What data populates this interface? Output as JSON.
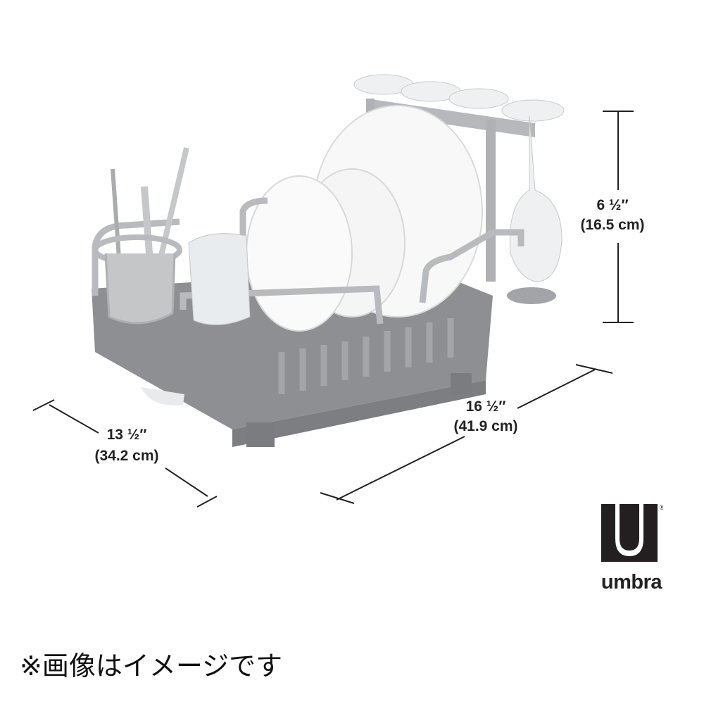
{
  "dimensions": {
    "height": {
      "imperial": "6 ½″",
      "metric": "(16.5 cm)"
    },
    "width": {
      "imperial": "16 ½″",
      "metric": "(41.9 cm)"
    },
    "depth": {
      "imperial": "13 ½″",
      "metric": "(34.2 cm)"
    }
  },
  "brand": {
    "name": "umbra",
    "mark": "®"
  },
  "footer_note": "※画像はイメージです",
  "colors": {
    "rack": "#8e8f92",
    "frame": "#b9babd",
    "plates": "#f7f7f7",
    "text": "#222222"
  }
}
